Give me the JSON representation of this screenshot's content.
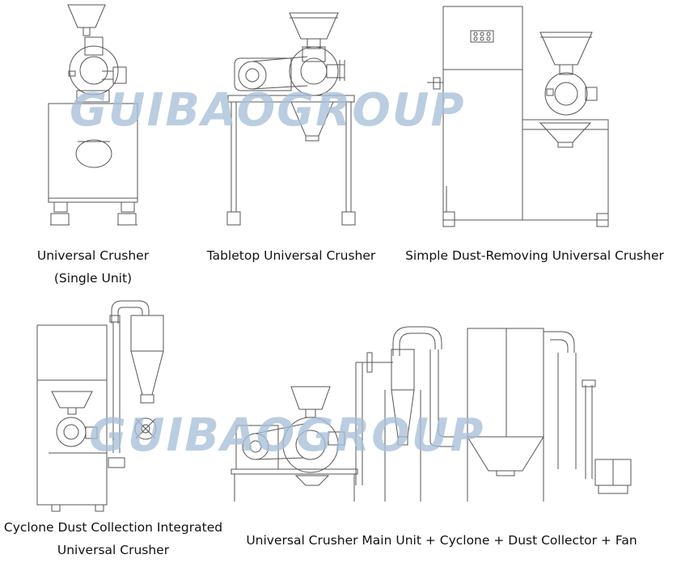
{
  "watermark": "GUIBAOGROUP",
  "captions": {
    "c1_line1": "Universal Crusher",
    "c1_line2": "(Single Unit)",
    "c2": "Tabletop Universal Crusher",
    "c3": "Simple Dust-Removing Universal Crusher",
    "c4_line1": "Cyclone Dust Collection Integrated",
    "c4_line2": "Universal Crusher",
    "c5": "Universal Crusher Main Unit + Cyclone + Dust Collector + Fan"
  },
  "colors": {
    "line": "#555555",
    "watermark": "#a9bfd8"
  }
}
